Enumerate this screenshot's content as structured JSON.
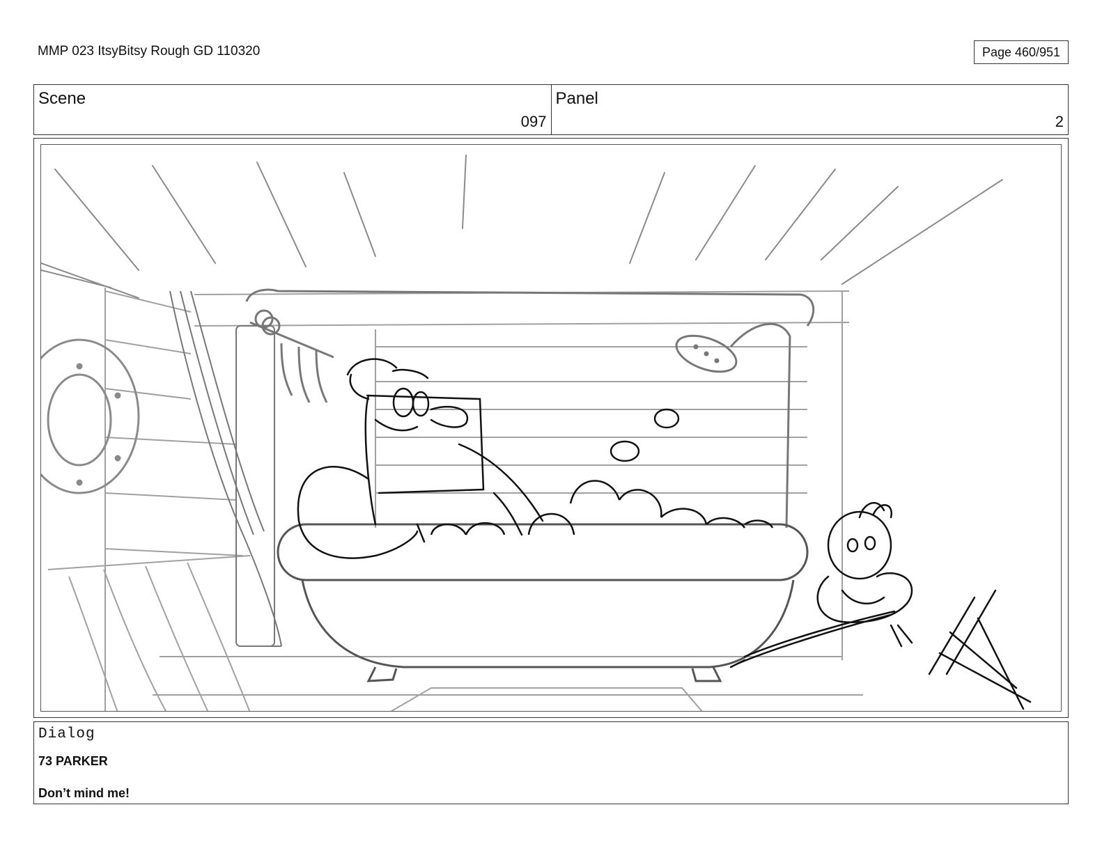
{
  "header": {
    "document_title": "MMP 023 ItsyBitsy Rough GD 110320",
    "page_label": "Page 460/951"
  },
  "info": {
    "scene_label": "Scene",
    "scene_value": "097",
    "panel_label": "Panel",
    "panel_value": "2"
  },
  "dialog": {
    "label": "Dialog",
    "speaker": "73 PARKER",
    "line": "Don’t mind me!"
  },
  "colors": {
    "line_dark": "#111111",
    "line_light": "#9a9a9a",
    "border": "#333333"
  }
}
